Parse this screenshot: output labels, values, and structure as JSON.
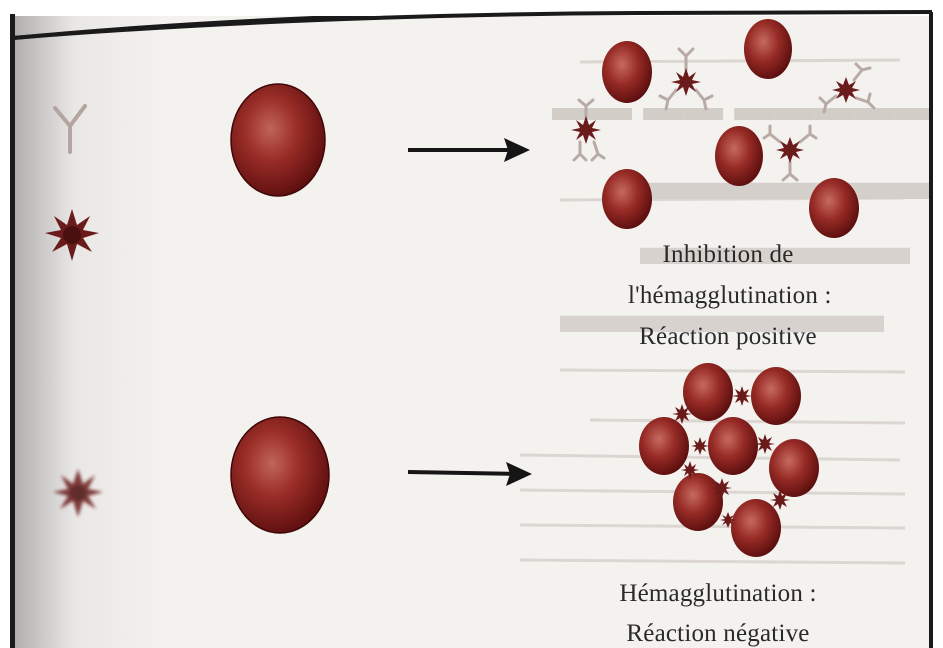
{
  "captions": {
    "positive": {
      "line1": "Inhibition de",
      "line2": "l'hémagglutination :",
      "line3": "Réaction positive"
    },
    "negative": {
      "line1": "Hémagglutination :",
      "line2": "Réaction négative"
    }
  },
  "icons": {
    "antibody": "y-shaped-antibody-icon",
    "virus": "spiky-virus-icon",
    "red_blood_cell": "red-blood-cell-sphere",
    "arrow": "reaction-arrow"
  },
  "colors": {
    "cell": "#7a1414",
    "cell_highlight": "#b9574f",
    "virus": "#5c1414",
    "antibody": "#b3a5a0",
    "arrow": "#151515",
    "text": "#2a2a2a"
  }
}
